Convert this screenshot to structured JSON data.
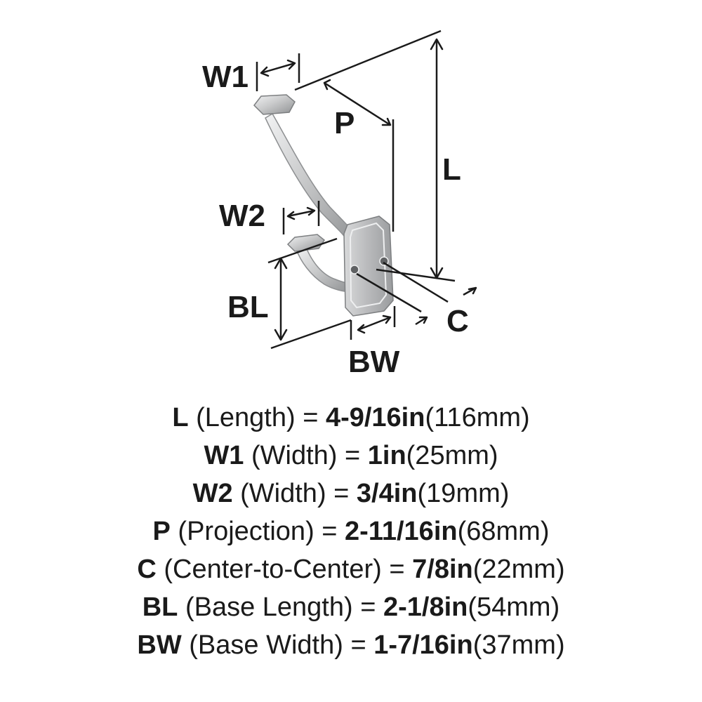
{
  "diagram": {
    "labels": {
      "L": "L",
      "W1": "W1",
      "W2": "W2",
      "P": "P",
      "BL": "BL",
      "C": "C",
      "BW": "BW"
    },
    "colors": {
      "metal": "#c9cacb",
      "metal_dark": "#8d8f91",
      "metal_light": "#eeeff0",
      "ink": "#1a1a1a"
    }
  },
  "specs": [
    {
      "symbol": "L",
      "desc": " (Length) ",
      "eq": "= ",
      "imperial": "4-9/16in",
      "metric": "(116mm)"
    },
    {
      "symbol": "W1",
      "desc": " (Width) ",
      "eq": "= ",
      "imperial": "1in",
      "metric": "(25mm)"
    },
    {
      "symbol": "W2",
      "desc": " (Width) ",
      "eq": "= ",
      "imperial": "3/4in",
      "metric": "(19mm)"
    },
    {
      "symbol": "P",
      "desc": " (Projection) ",
      "eq": "= ",
      "imperial": "2-11/16in",
      "metric": "(68mm)"
    },
    {
      "symbol": "C",
      "desc": " (Center-to-Center) ",
      "eq": "= ",
      "imperial": "7/8in",
      "metric": "(22mm)"
    },
    {
      "symbol": "BL",
      "desc": " (Base Length) ",
      "eq": "= ",
      "imperial": "2-1/8in",
      "metric": "(54mm)"
    },
    {
      "symbol": "BW",
      "desc": " (Base Width) ",
      "eq": "= ",
      "imperial": "1-7/16in",
      "metric": "(37mm)"
    }
  ]
}
